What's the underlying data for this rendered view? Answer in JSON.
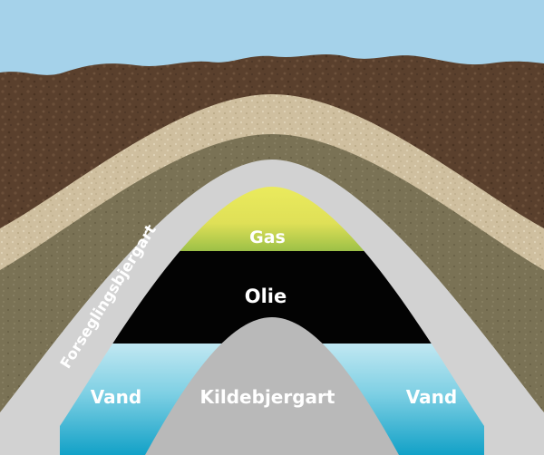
{
  "labels": {
    "gas": "Gas",
    "oil": "Olie",
    "seal_rock": "Forseglingsbjergart",
    "source_rock": "Kildebjergart",
    "water_left": "Vand",
    "water_right": "Vand"
  },
  "colors": {
    "sky": "#a5d2ea",
    "topsoil": "#5d4330",
    "sand": "#d0c0a0",
    "olive_rock": "#7b7356",
    "seal_gray": "#d2d2d2",
    "gas_yellow": "#e3e35a",
    "gas_green": "#9fc24a",
    "oil_black": "#030303",
    "water_light": "#bde6f0",
    "water_deep": "#17a4c9",
    "source_gray": "#b9b9b9",
    "label_white": "#ffffff"
  }
}
